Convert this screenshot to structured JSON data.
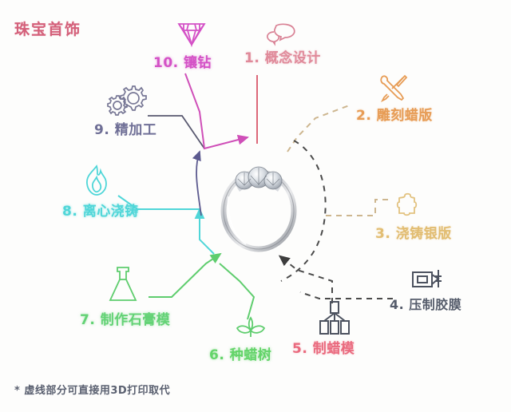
{
  "meta": {
    "title": "珠宝首饰",
    "footnote": "* 虚线部分可直接用3D打印取代",
    "background_color": "#fdfdfc"
  },
  "center": {
    "image_name": "diamond-ring-photo",
    "description": "三石钻石戒指照片"
  },
  "steps": [
    {
      "number": "1.",
      "label": "概念设计",
      "full": "1. 概念设计",
      "icon": "speech-bubbles-icon",
      "color": "#e08a9a",
      "line_style": "solid"
    },
    {
      "number": "2.",
      "label": "雕刻蜡版",
      "full": "2. 雕刻蜡版",
      "icon": "crossed-tools-icon",
      "color": "#e79c55",
      "line_style": "dashed"
    },
    {
      "number": "3.",
      "label": "浇铸银版",
      "full": "3. 浇铸银版",
      "icon": "puzzle-piece-icon",
      "color": "#e2bd72",
      "line_style": "dashed"
    },
    {
      "number": "4.",
      "label": "压制胶膜",
      "full": "4. 压制胶膜",
      "icon": "press-mold-icon",
      "color": "#555c6b",
      "line_style": "dashed"
    },
    {
      "number": "5.",
      "label": "制蜡模",
      "full": "5. 制蜡模",
      "icon": "wax-mold-icon",
      "color": "#ea6a7e",
      "line_style": "dashed"
    },
    {
      "number": "6.",
      "label": "种蜡树",
      "full": "6. 种蜡树",
      "icon": "wax-tree-icon",
      "color": "#64d46a",
      "line_style": "solid"
    },
    {
      "number": "7.",
      "label": "制作石膏模",
      "full": "7. 制作石膏模",
      "icon": "flask-icon",
      "color": "#63d275",
      "line_style": "solid"
    },
    {
      "number": "8.",
      "label": "离心浇铸",
      "full": "8. 离心浇铸",
      "icon": "flame-icon",
      "color": "#4fd6d8",
      "line_style": "solid"
    },
    {
      "number": "9.",
      "label": "精加工",
      "full": "9. 精加工",
      "icon": "gears-icon",
      "color": "#6f6f96",
      "line_style": "solid"
    },
    {
      "number": "10.",
      "label": "镶钻",
      "full": "10. 镶钻",
      "icon": "diamond-icon",
      "color": "#d451c6",
      "line_style": "solid"
    }
  ]
}
